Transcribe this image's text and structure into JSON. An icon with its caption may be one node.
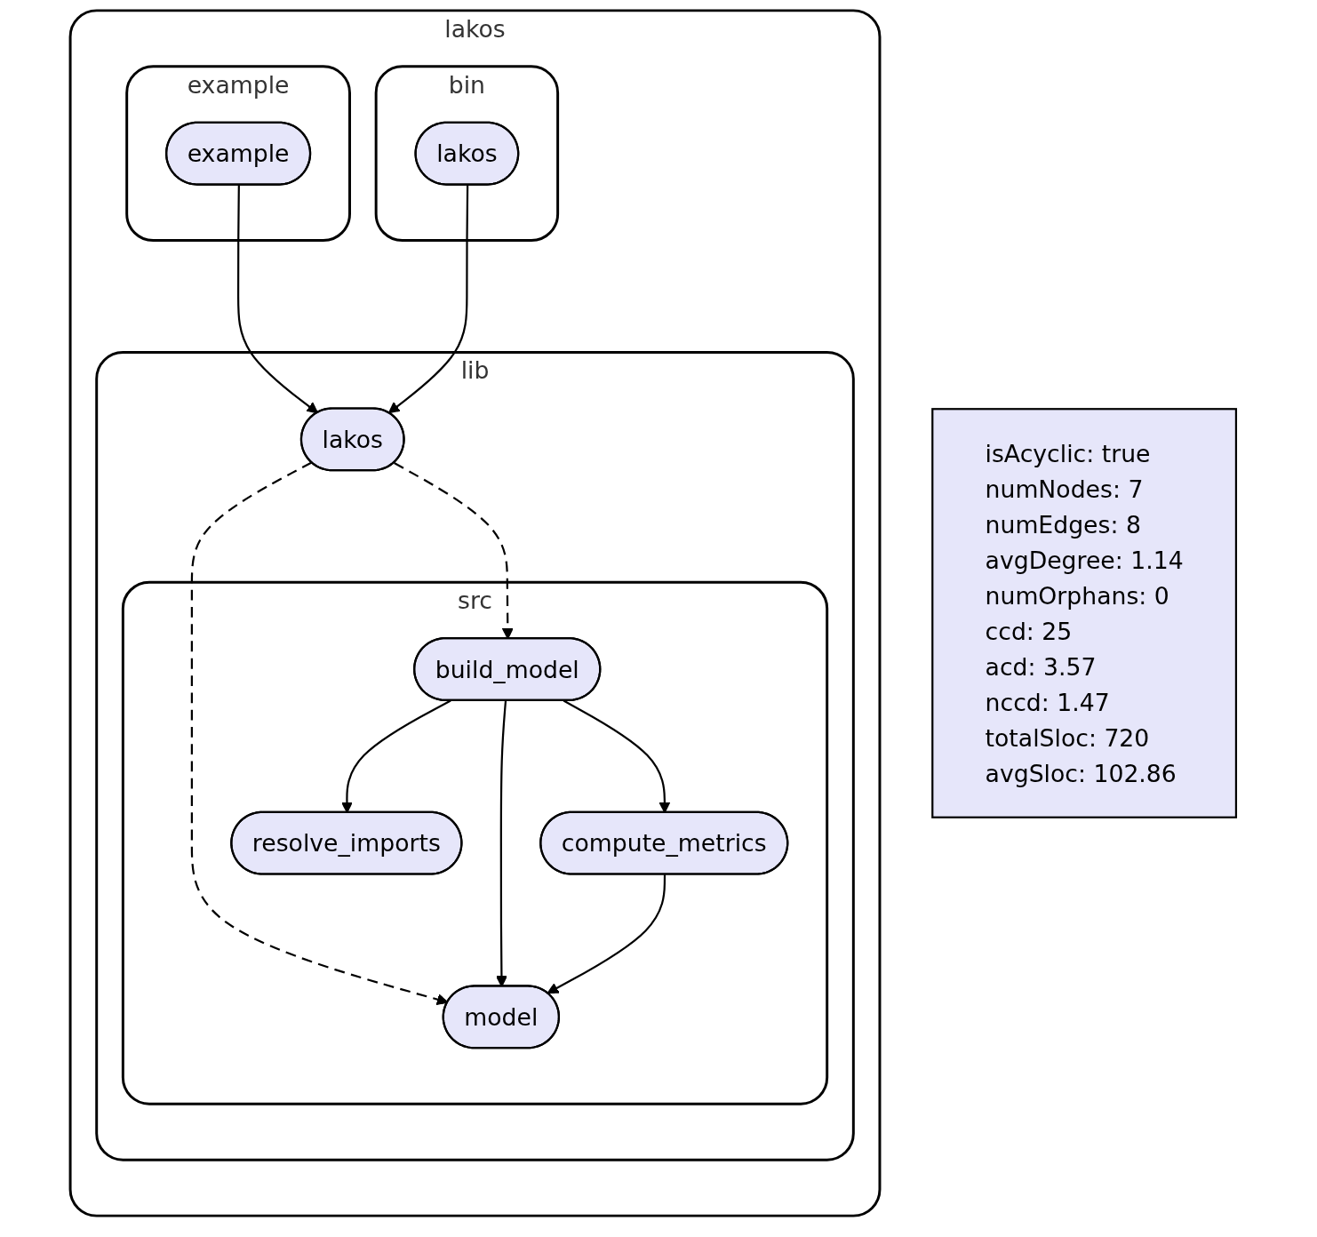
{
  "diagram": {
    "nodes": [
      {
        "text": [
          "lakos"
        ]
      },
      {
        "text": [
          "example"
        ],
        "in": 0
      },
      {
        "text": [
          "example"
        ],
        "in": 1
      },
      {
        "text": [
          "bin"
        ],
        "in": 0
      },
      {
        "text": [
          "lakos"
        ],
        "in": 3
      },
      {
        "text": [
          "lib"
        ],
        "in": 0
      },
      {
        "text": [
          "lakos"
        ],
        "in": 5
      },
      {
        "text": [
          "src"
        ],
        "in": 5
      },
      {
        "text": [
          "build_model"
        ],
        "in": 7
      },
      {
        "text": [
          "compute_metrics"
        ],
        "in": 7
      },
      {
        "text": [
          "resolve_imports"
        ],
        "in": 7
      },
      {
        "text": [
          "model"
        ],
        "in": 7
      },
      {
        "text": [
          "isAcyclic: true",
          "numNodes: 7",
          "numEdges: 8",
          "avgDegree: 1.14",
          "numOrphans: 0",
          "ccd: 25",
          "acd: 3.57",
          "nccd: 1.47",
          "totalSloc: 720",
          "avgSloc: 102.86"
        ]
      }
    ],
    "edges": [
      {
        "from": 2,
        "to": 6,
        "arrow": "to"
      },
      {
        "from": 4,
        "to": 6,
        "arrow": "to"
      },
      {
        "from": 6,
        "to": 8,
        "arrow": "to",
        "style": "dashed"
      },
      {
        "from": 6,
        "to": 11,
        "arrow": "to",
        "style": "dashed"
      },
      {
        "from": 8,
        "to": 9,
        "arrow": "to"
      },
      {
        "from": 8,
        "to": 11,
        "arrow": "to"
      },
      {
        "from": 8,
        "to": 10,
        "arrow": "to"
      },
      {
        "from": 9,
        "to": 11,
        "arrow": "to"
      }
    ]
  }
}
